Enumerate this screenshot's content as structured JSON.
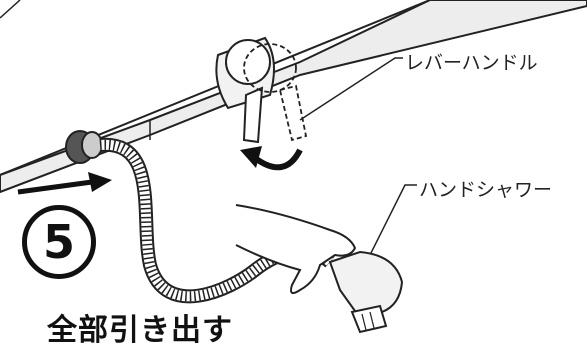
{
  "labels": {
    "lever_handle": "レバーハンドル",
    "hand_shower": "ハンドシャワー"
  },
  "step": {
    "number": "5",
    "caption": "全部引き出す"
  },
  "colors": {
    "line": "#222222",
    "shade": "#e6e6e6",
    "background": "#ffffff"
  },
  "icons": {
    "rotation_arrow": "counterclockwise-arrow-icon",
    "pull_arrow": "right-arrow-icon"
  }
}
